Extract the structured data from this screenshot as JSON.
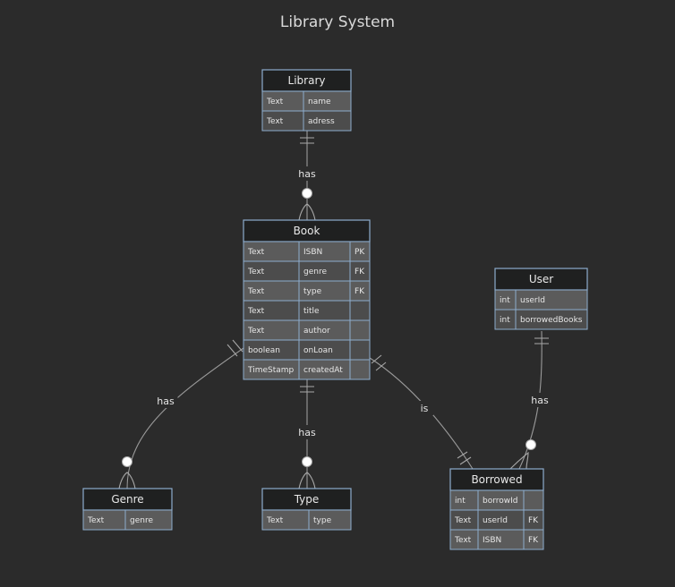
{
  "title": "Library System",
  "entities": [
    {
      "id": "library",
      "name": "Library",
      "rows": [
        [
          "Text",
          "name"
        ],
        [
          "Text",
          "adress"
        ]
      ]
    },
    {
      "id": "book",
      "name": "Book",
      "rows": [
        [
          "Text",
          "ISBN",
          "PK"
        ],
        [
          "Text",
          "genre",
          "FK"
        ],
        [
          "Text",
          "type",
          "FK"
        ],
        [
          "Text",
          "title",
          ""
        ],
        [
          "Text",
          "author",
          ""
        ],
        [
          "boolean",
          "onLoan",
          ""
        ],
        [
          "TimeStamp",
          "createdAt",
          ""
        ]
      ]
    },
    {
      "id": "user",
      "name": "User",
      "rows": [
        [
          "int",
          "userId"
        ],
        [
          "int",
          "borrowedBooks"
        ]
      ]
    },
    {
      "id": "genre",
      "name": "Genre",
      "rows": [
        [
          "Text",
          "genre"
        ]
      ]
    },
    {
      "id": "type",
      "name": "Type",
      "rows": [
        [
          "Text",
          "type"
        ]
      ]
    },
    {
      "id": "borrowed",
      "name": "Borrowed",
      "rows": [
        [
          "int",
          "borrowId",
          ""
        ],
        [
          "Text",
          "userId",
          "FK"
        ],
        [
          "Text",
          "ISBN",
          "FK"
        ]
      ]
    }
  ],
  "relationships": [
    {
      "id": "library-book",
      "label": "has",
      "from": "Library",
      "to": "Book",
      "from_card": "exactly-one",
      "to_card": "zero-or-more"
    },
    {
      "id": "book-genre",
      "label": "has",
      "from": "Book",
      "to": "Genre",
      "from_card": "exactly-one",
      "to_card": "zero-or-more"
    },
    {
      "id": "book-type",
      "label": "has",
      "from": "Book",
      "to": "Type",
      "from_card": "exactly-one",
      "to_card": "zero-or-more"
    },
    {
      "id": "book-borrowed",
      "label": "is",
      "from": "Book",
      "to": "Borrowed",
      "from_card": "exactly-one",
      "to_card": "exactly-one"
    },
    {
      "id": "user-borrowed",
      "label": "has",
      "from": "User",
      "to": "Borrowed",
      "from_card": "exactly-one",
      "to_card": "zero-or-more"
    }
  ]
}
